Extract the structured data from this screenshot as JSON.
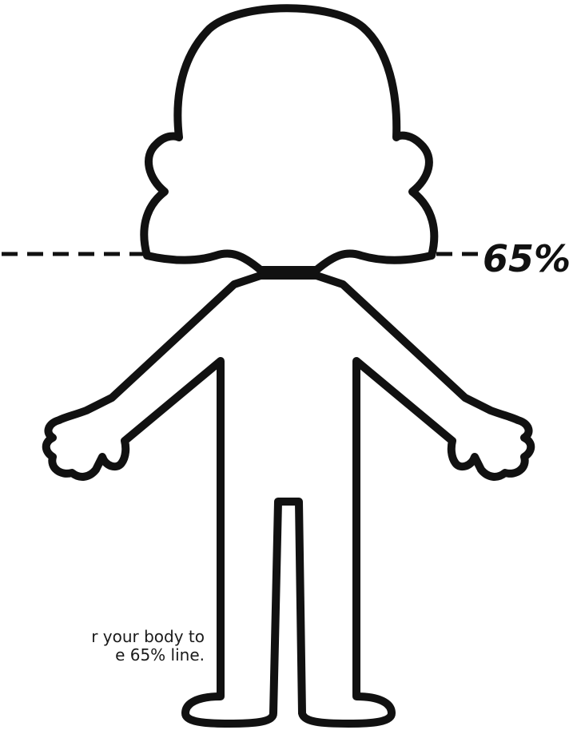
{
  "figure": {
    "line_label": "65%",
    "caption_line_1": "r your body to",
    "caption_line_2": "e 65% line."
  },
  "colors": {
    "outline": "#111111",
    "fill": "#ffffff",
    "dash": "#111111"
  },
  "icons": {
    "figure": "person-outline-icon"
  }
}
